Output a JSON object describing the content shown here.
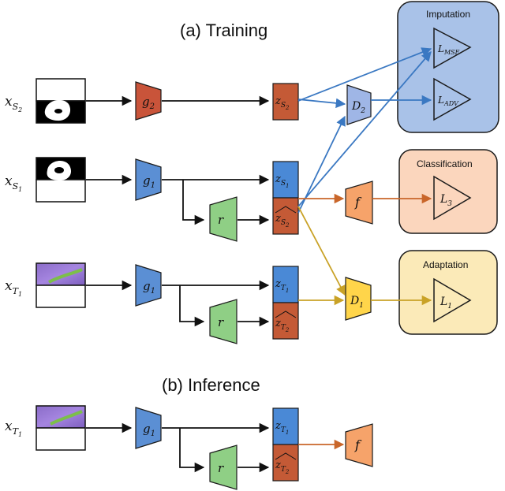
{
  "sections": {
    "training_title": "(a) Training",
    "inference_title": "(b) Inference"
  },
  "boxes": {
    "imputation": "Imputation",
    "classification": "Classification",
    "adaptation": "Adaptation"
  },
  "inputs": {
    "xs2": {
      "base": "x",
      "sub": "S",
      "subsub": "2"
    },
    "xs1": {
      "base": "x",
      "sub": "S",
      "subsub": "1"
    },
    "xt1_train": {
      "base": "x",
      "sub": "T",
      "subsub": "1"
    },
    "xt1_infer": {
      "base": "x",
      "sub": "T",
      "subsub": "1"
    }
  },
  "modules": {
    "g2": {
      "base": "g",
      "sub": "2"
    },
    "g1_s": {
      "base": "g",
      "sub": "1"
    },
    "g1_t": {
      "base": "g",
      "sub": "1"
    },
    "g1_inf": {
      "base": "g",
      "sub": "1"
    },
    "r_s": "r",
    "r_t": "r",
    "r_inf": "r",
    "d2": {
      "base": "D",
      "sub": "2"
    },
    "d1": {
      "base": "D",
      "sub": "1"
    },
    "f_train": "f",
    "f_inf": "f"
  },
  "latents": {
    "zs2": {
      "base": "z",
      "sub": "S",
      "subsub": "2"
    },
    "zs1": {
      "base": "z",
      "sub": "S",
      "subsub": "1"
    },
    "zs2_hat": {
      "base": "z",
      "sub": "S",
      "subsub": "2"
    },
    "zt1": {
      "base": "z",
      "sub": "T",
      "subsub": "1"
    },
    "zt2_hat": {
      "base": "z",
      "sub": "T",
      "subsub": "2"
    },
    "zt1_inf": {
      "base": "z",
      "sub": "T",
      "subsub": "1"
    },
    "zt2_hat_inf": {
      "base": "z",
      "sub": "T",
      "subsub": "2"
    }
  },
  "losses": {
    "mse": {
      "base": "L",
      "sub": "MSE"
    },
    "adv": {
      "base": "L",
      "sub": "ADV"
    },
    "l3": {
      "base": "L",
      "sub": "3"
    },
    "l1": {
      "base": "L",
      "sub": "1"
    }
  },
  "colors": {
    "encoder_red": "#c9543a",
    "encoder_blue": "#5b8fd4",
    "latent_blue": "#4a89d6",
    "latent_red": "#c45a36",
    "recon_green": "#8fcf85",
    "disc_d2": "#9fb6e6",
    "disc_d1": "#ffd54a",
    "classifier_f": "#f6a36a",
    "imputation_bg": "#a9c2e8",
    "classification_bg": "#fbd6bd",
    "adaptation_bg": "#fbeab8",
    "arrow_blue": "#3a78c2",
    "arrow_orange": "#c9662a",
    "arrow_gold": "#c9a227",
    "arrow_black": "#111111"
  }
}
